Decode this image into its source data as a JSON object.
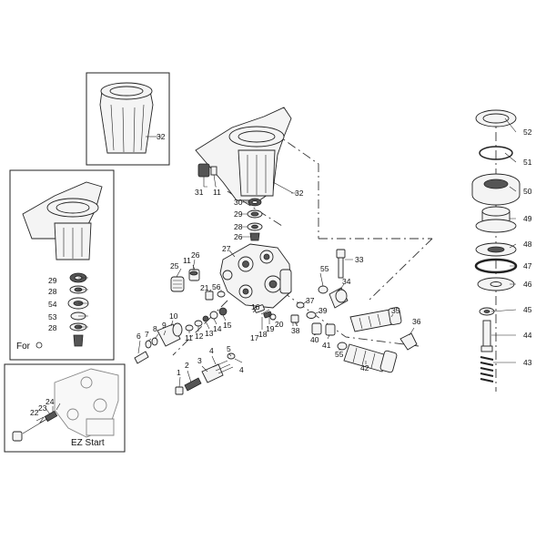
{
  "diagram": {
    "insets": {
      "for_label": "For",
      "ez_start_label": "EZ Start"
    },
    "parts": [
      {
        "id": "p32a",
        "label": "32"
      },
      {
        "id": "p32b",
        "label": "32"
      },
      {
        "id": "p31",
        "label": "31"
      },
      {
        "id": "p11a",
        "label": "11"
      },
      {
        "id": "p30",
        "label": "30"
      },
      {
        "id": "p29a",
        "label": "29"
      },
      {
        "id": "p28a",
        "label": "28"
      },
      {
        "id": "p26a",
        "label": "26"
      },
      {
        "id": "p27",
        "label": "27"
      },
      {
        "id": "p26b",
        "label": "26"
      },
      {
        "id": "p25",
        "label": "25"
      },
      {
        "id": "p11b",
        "label": "11"
      },
      {
        "id": "p21",
        "label": "21"
      },
      {
        "id": "p56",
        "label": "56"
      },
      {
        "id": "p33",
        "label": "33"
      },
      {
        "id": "p55a",
        "label": "55"
      },
      {
        "id": "p34",
        "label": "34"
      },
      {
        "id": "p37",
        "label": "37"
      },
      {
        "id": "p39",
        "label": "39"
      },
      {
        "id": "p35",
        "label": "35"
      },
      {
        "id": "p36",
        "label": "36"
      },
      {
        "id": "p38",
        "label": "38"
      },
      {
        "id": "p40",
        "label": "40"
      },
      {
        "id": "p41",
        "label": "41"
      },
      {
        "id": "p55b",
        "label": "55"
      },
      {
        "id": "p42",
        "label": "42"
      },
      {
        "id": "p10",
        "label": "10"
      },
      {
        "id": "p9",
        "label": "9"
      },
      {
        "id": "p8",
        "label": "8"
      },
      {
        "id": "p7",
        "label": "7"
      },
      {
        "id": "p6",
        "label": "6"
      },
      {
        "id": "p11c",
        "label": "11"
      },
      {
        "id": "p12",
        "label": "12"
      },
      {
        "id": "p13",
        "label": "13"
      },
      {
        "id": "p14",
        "label": "14"
      },
      {
        "id": "p15",
        "label": "15"
      },
      {
        "id": "p16",
        "label": "16"
      },
      {
        "id": "p17",
        "label": "17"
      },
      {
        "id": "p18",
        "label": "18"
      },
      {
        "id": "p19",
        "label": "19"
      },
      {
        "id": "p20",
        "label": "20"
      },
      {
        "id": "p1",
        "label": "1"
      },
      {
        "id": "p2",
        "label": "2"
      },
      {
        "id": "p3",
        "label": "3"
      },
      {
        "id": "p4a",
        "label": "4"
      },
      {
        "id": "p5",
        "label": "5"
      },
      {
        "id": "p4b",
        "label": "4"
      },
      {
        "id": "p29b",
        "label": "29"
      },
      {
        "id": "p28b",
        "label": "28"
      },
      {
        "id": "p54",
        "label": "54"
      },
      {
        "id": "p53",
        "label": "53"
      },
      {
        "id": "p28c",
        "label": "28"
      },
      {
        "id": "p22",
        "label": "22"
      },
      {
        "id": "p23",
        "label": "23"
      },
      {
        "id": "p24",
        "label": "24"
      },
      {
        "id": "p52",
        "label": "52"
      },
      {
        "id": "p51",
        "label": "51"
      },
      {
        "id": "p50",
        "label": "50"
      },
      {
        "id": "p49",
        "label": "49"
      },
      {
        "id": "p48",
        "label": "48"
      },
      {
        "id": "p47",
        "label": "47"
      },
      {
        "id": "p46",
        "label": "46"
      },
      {
        "id": "p45",
        "label": "45"
      },
      {
        "id": "p44",
        "label": "44"
      },
      {
        "id": "p43",
        "label": "43"
      }
    ]
  }
}
